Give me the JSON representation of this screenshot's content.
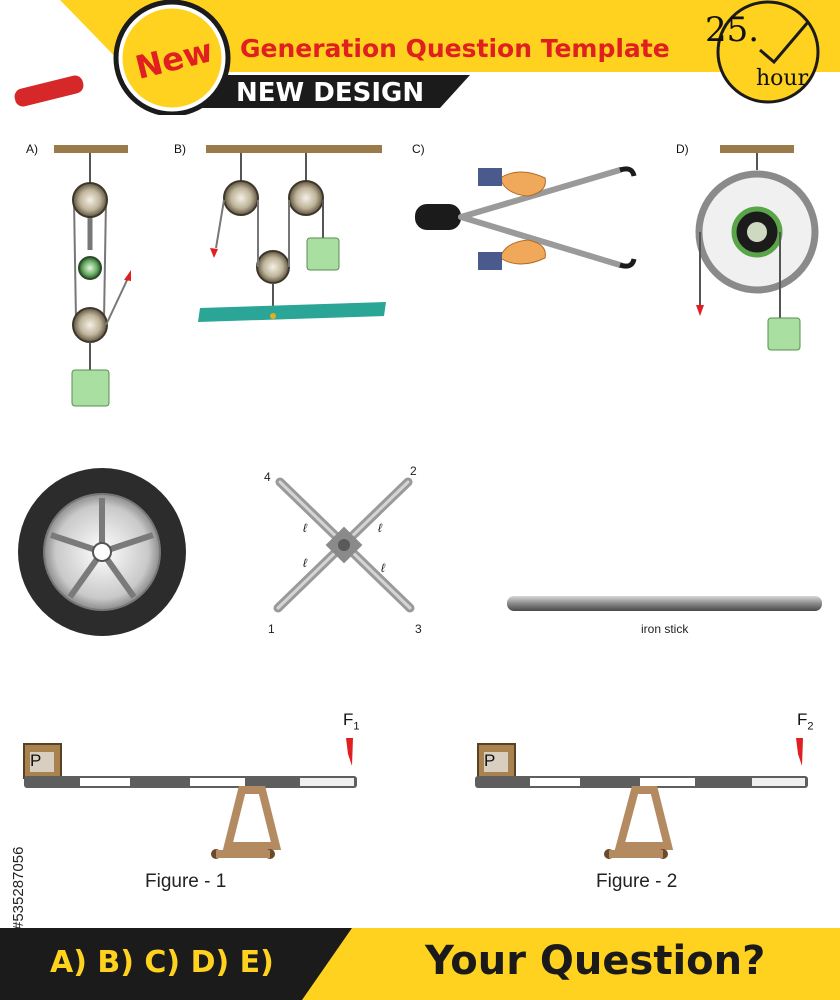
{
  "header": {
    "badge": "New",
    "title": "Generation Question Template",
    "subtitle": "NEW DESIGN",
    "hour_number": "25.",
    "hour_label": "hour"
  },
  "panels": {
    "a_label": "A)",
    "b_label": "B)",
    "c_label": "C)",
    "d_label": "D)"
  },
  "wrench": {
    "arm_labels": [
      "4",
      "2",
      "1",
      "3"
    ],
    "length_symbol": "ℓ"
  },
  "iron_stick": {
    "label": "iron stick"
  },
  "lever": {
    "box_label": "P",
    "figure1_force": "F",
    "figure1_sub": "1",
    "figure1_caption": "Figure - 1",
    "figure2_force": "F",
    "figure2_sub": "2",
    "figure2_caption": "Figure - 2"
  },
  "footer": {
    "options": "A) B) C) D) E)",
    "question": "Your Question?"
  },
  "stock_id": "#535287056",
  "colors": {
    "yellow": "#ffd21f",
    "red": "#e02020",
    "dark": "#1b1b1b",
    "teal": "#2aa596",
    "weight_green": "#a9dfa0",
    "force_arrow": "#e02020"
  }
}
